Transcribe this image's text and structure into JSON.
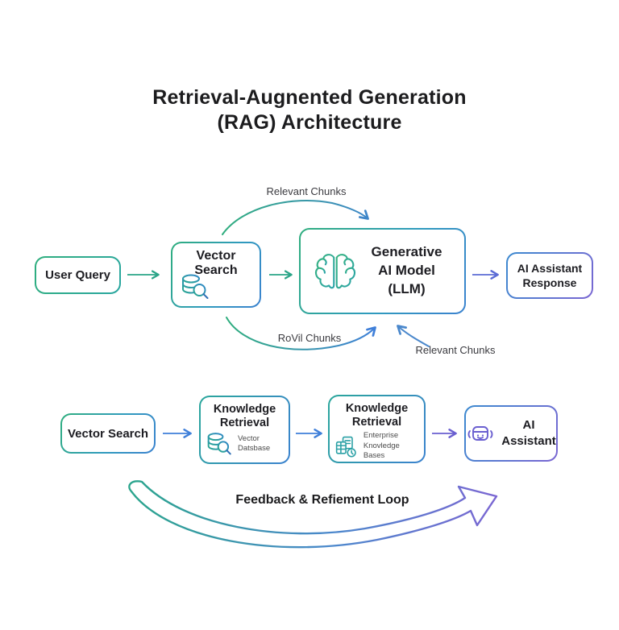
{
  "title": {
    "line1": "Retrieval-Augnented Generation",
    "line2": "(RAG) Architecture"
  },
  "diagram1": {
    "user_query": {
      "label": "User Query"
    },
    "vector_search": {
      "label": "Vector Search",
      "icon": "database-search-icon"
    },
    "llm": {
      "lines": [
        "Generative",
        "AI Model",
        "(LLM)"
      ],
      "icon": "brain-icon"
    },
    "response": {
      "lines": [
        "AI Assistant",
        "Response"
      ]
    },
    "labels": {
      "relevant_chunks_top": "Relevant Chunks",
      "rovil_chunks": "RoVil Chunks",
      "relevant_chunks_right": "Relevant Chunks"
    }
  },
  "diagram2": {
    "vector_search": {
      "label": "Vector Search"
    },
    "knowledge_retrieval_1": {
      "title": "Knowledge Retrieval",
      "subtitle_lines": [
        "Vector",
        "Datsbase"
      ],
      "icon": "database-search-icon"
    },
    "knowledge_retrieval_2": {
      "title": "Knowledge Retrieval",
      "subtitle_lines": [
        "Enterprise",
        "Knovledge Bases"
      ],
      "icon": "enterprise-documents-icon"
    },
    "ai_assistant": {
      "lines": [
        "AI",
        "Assistant"
      ],
      "icon": "robot-head-icon"
    },
    "loop_label": "Feedback & Refiement Loop"
  },
  "colors": {
    "green": "#2fae7d",
    "teal": "#2aa3a8",
    "blue": "#3f7fd9",
    "purple": "#6a5fd0",
    "indigo": "#5b6bd5",
    "text": "#1d1d22",
    "label_text": "#3a3a3f"
  }
}
